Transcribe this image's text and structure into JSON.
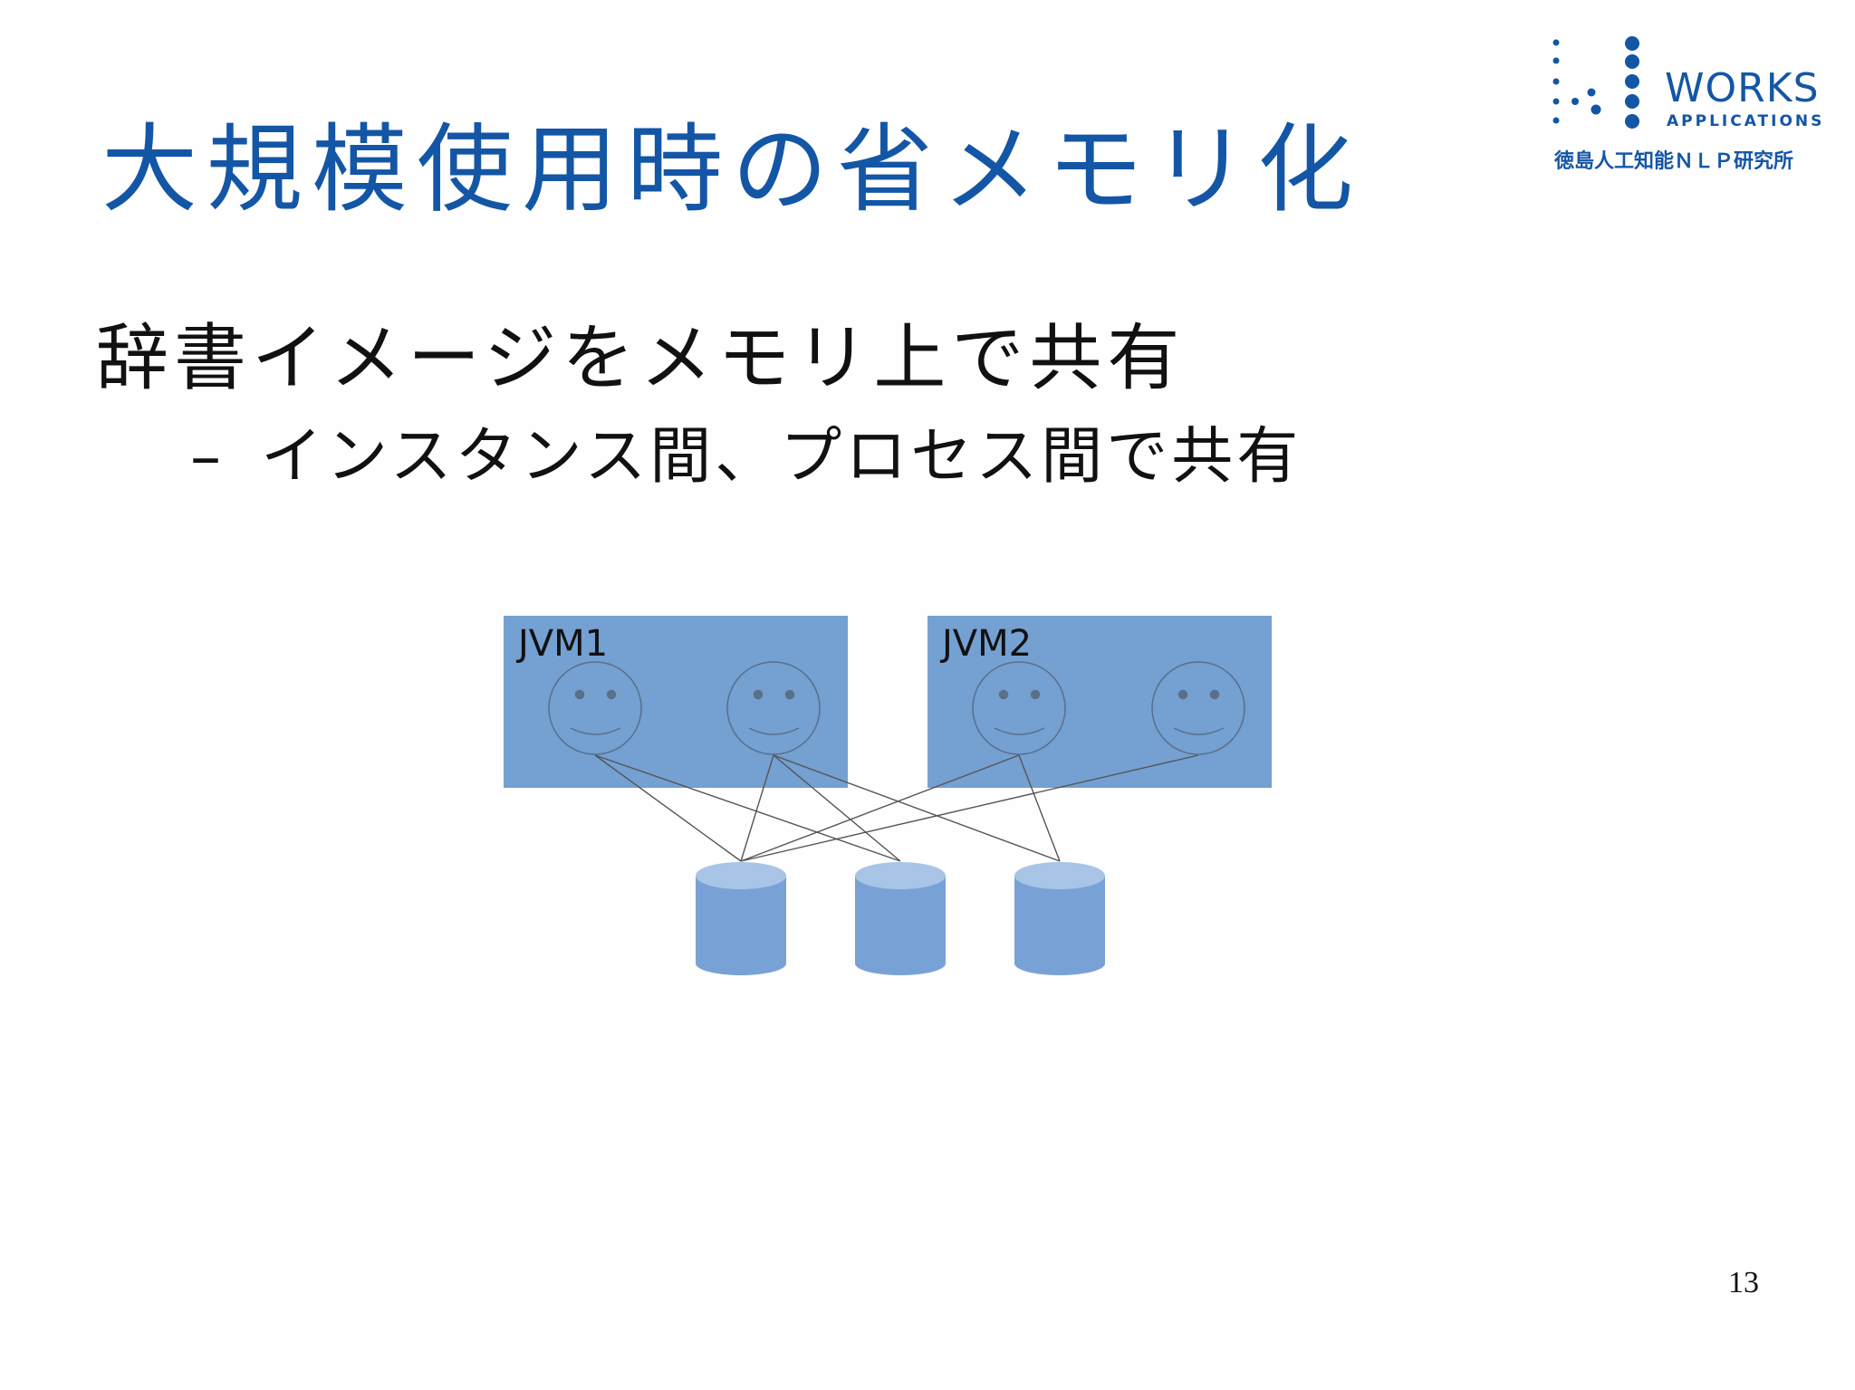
{
  "slide": {
    "title": "大規模使用時の省メモリ化",
    "bullet": "辞書イメージをメモリ上で共有",
    "sub_bullet_dash": "–",
    "sub_bullet": "インスタンス間、プロセス間で共有",
    "page_number": "13"
  },
  "logo": {
    "works": "WORKS",
    "applications": "APPLICATIONS",
    "lab": "徳島人工知能ＮＬＰ研究所"
  },
  "diagram": {
    "jvms": [
      {
        "label": "JVM1"
      },
      {
        "label": "JVM2"
      }
    ],
    "box_color": "#74a0d2",
    "face_stroke": "#5a6f8a",
    "cylinder_body": "#78a2d6",
    "cylinder_top": "#a8c4e6",
    "line_color": "#555555"
  },
  "colors": {
    "accent": "#1456a6",
    "text": "#111111",
    "background": "#fefefe"
  }
}
